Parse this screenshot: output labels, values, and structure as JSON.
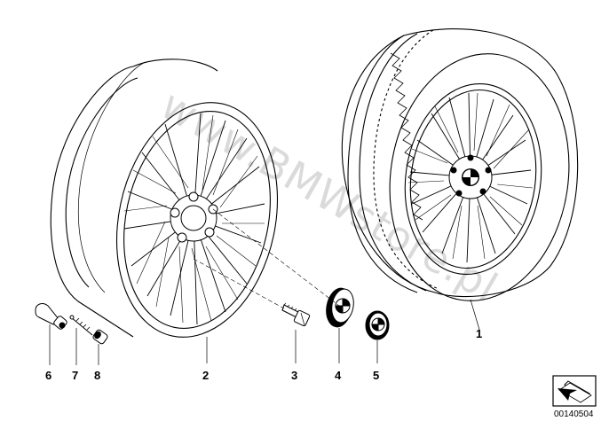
{
  "watermark": "www.BMWstore.pl",
  "callouts": {
    "n1": "1",
    "n2": "2",
    "n3": "3",
    "n4": "4",
    "n5": "5",
    "n6": "6",
    "n7": "7",
    "n8": "8"
  },
  "doc_number": "00140504",
  "icons": {
    "nav": "arrow-icon"
  }
}
